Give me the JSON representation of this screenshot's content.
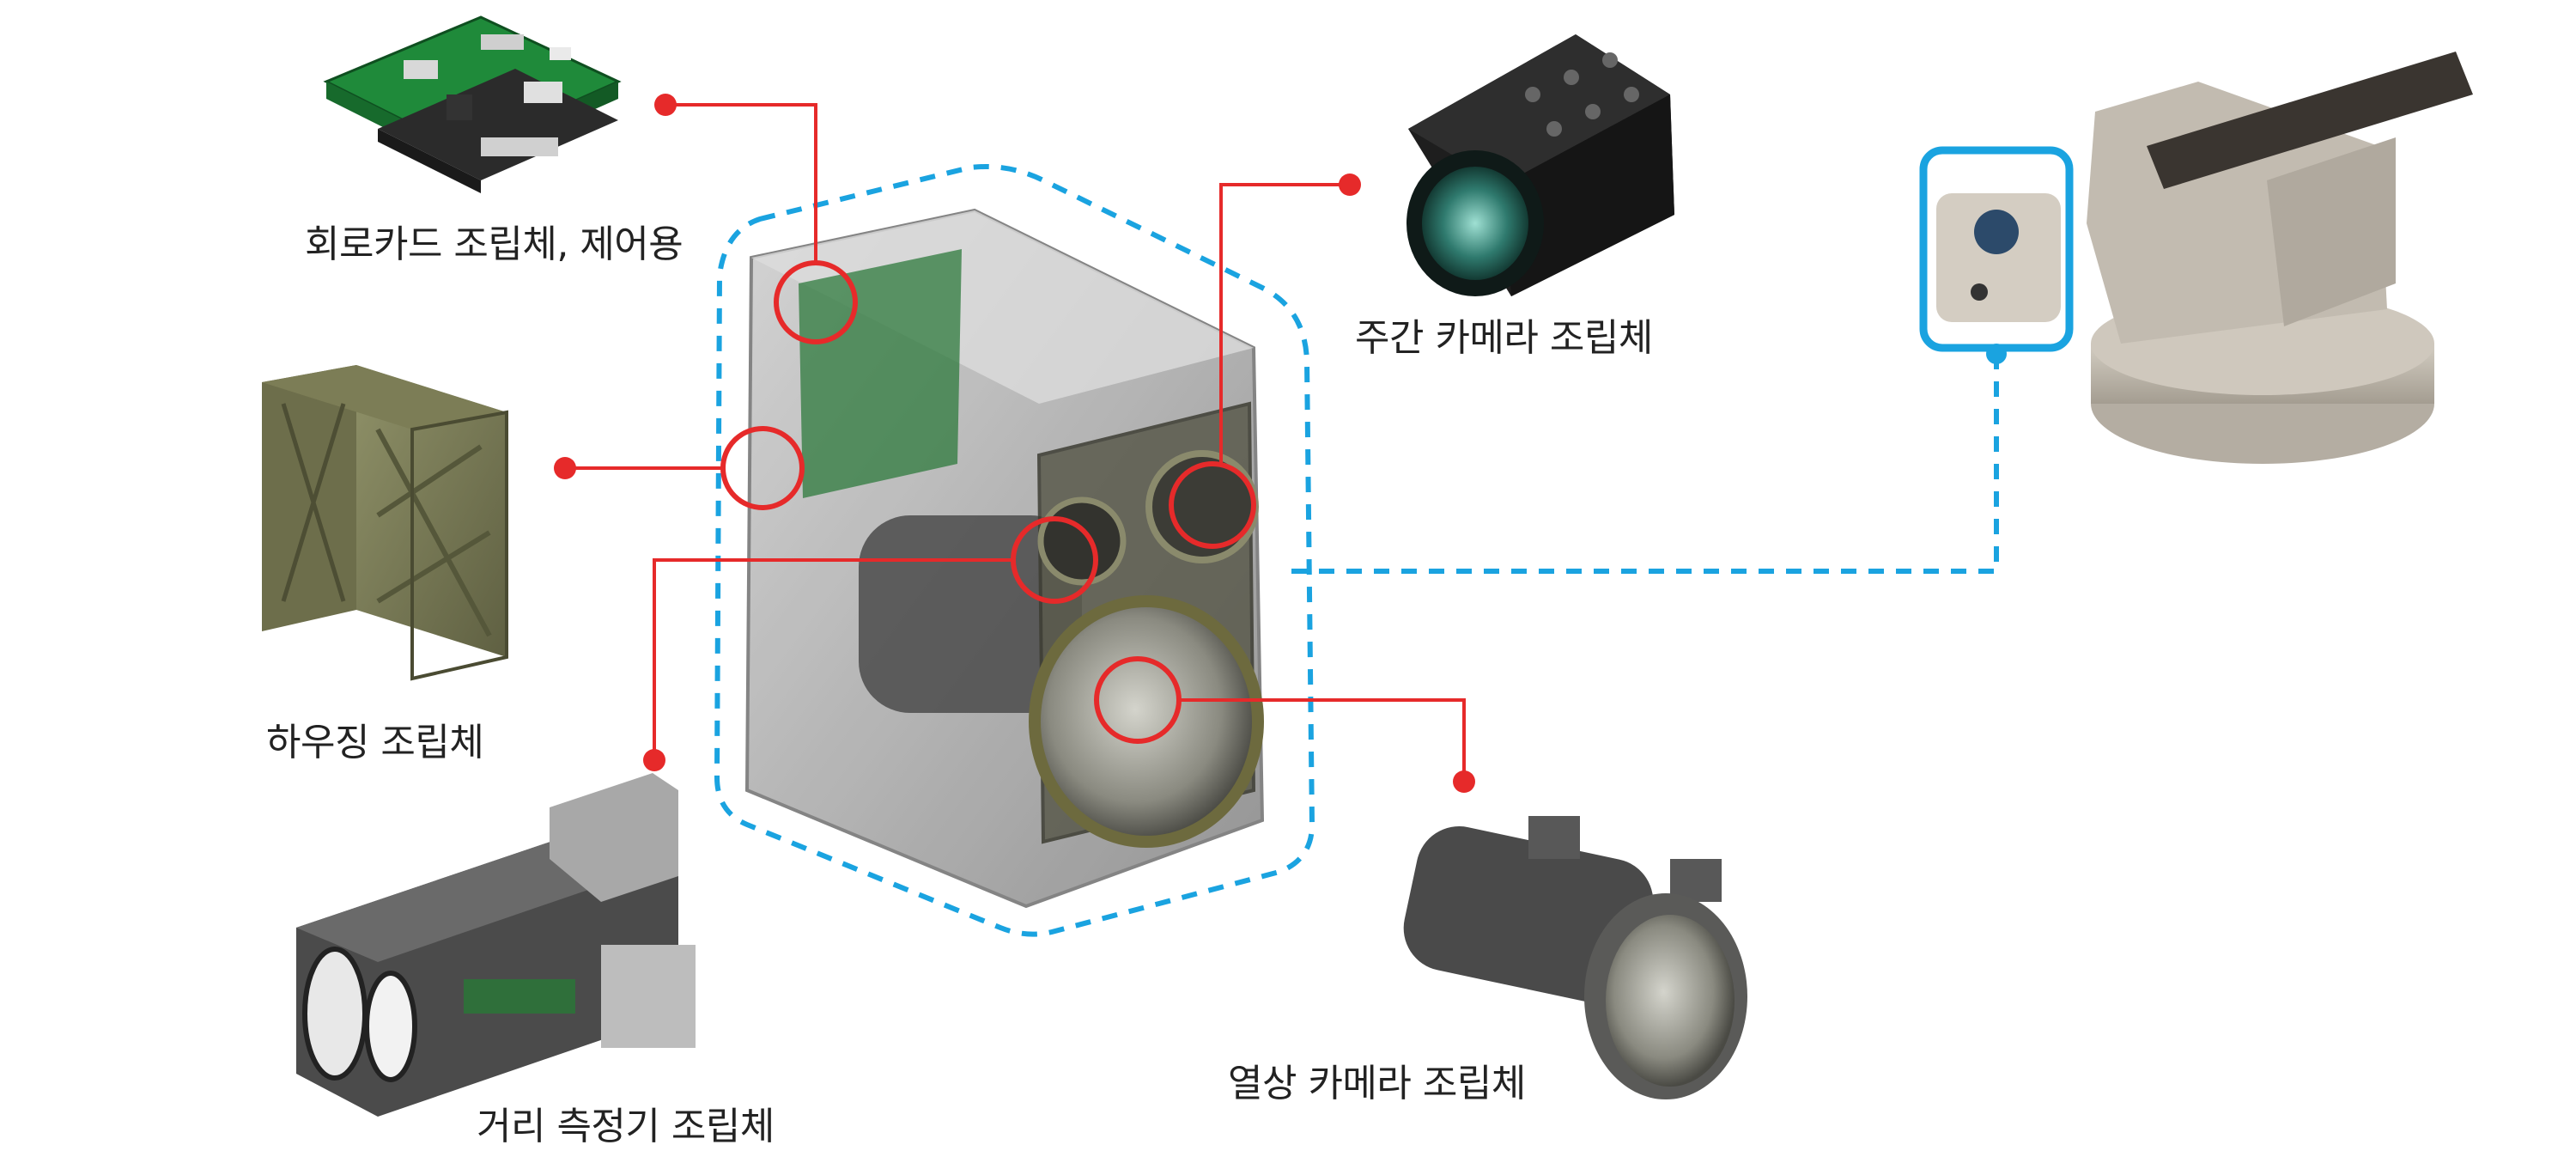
{
  "labels": {
    "circuit_card": "회로카드 조립체, 제어용",
    "housing": "하우징 조립체",
    "rangefinder": "거리 측정기 조립체",
    "day_camera": "주간 카메라 조립체",
    "thermal_camera": "열상 카메라 조립체"
  },
  "colors": {
    "callout": "#e62a2a",
    "outline": "#1aa3e0",
    "background": "#ffffff"
  }
}
